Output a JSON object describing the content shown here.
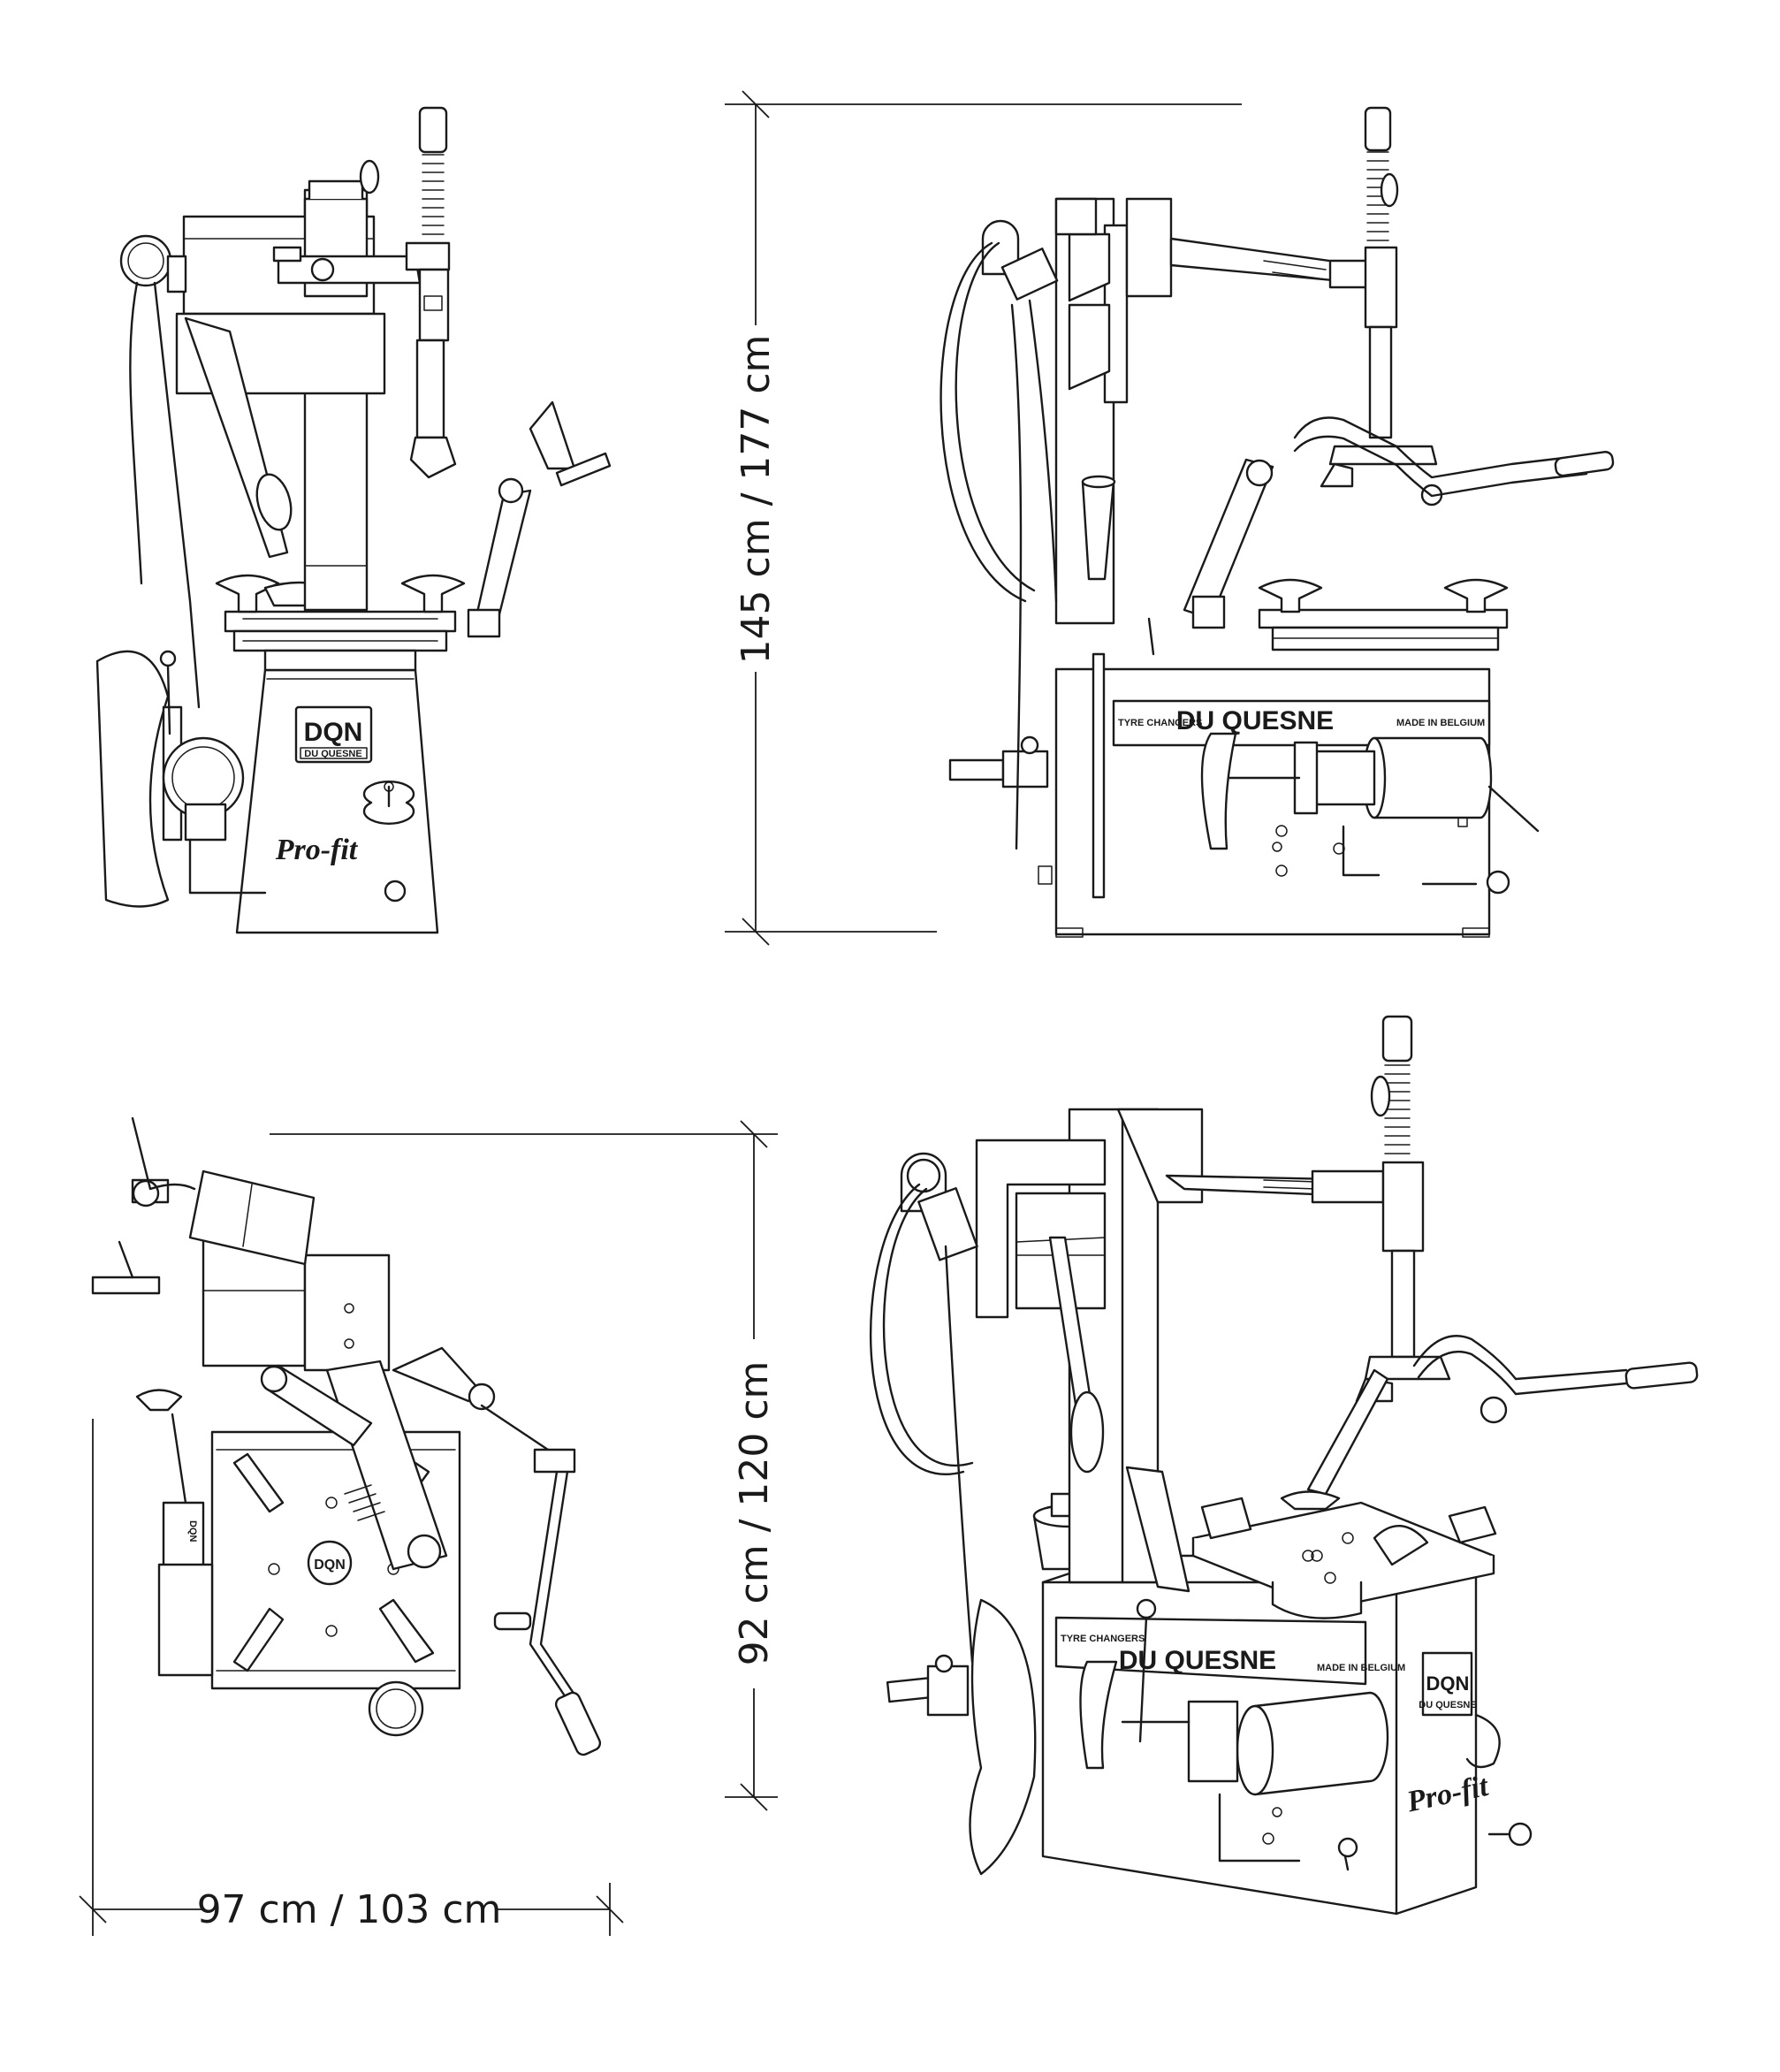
{
  "dimensions": {
    "height": "145 cm / 177 cm",
    "depth": "92 cm / 120 cm",
    "width": "97 cm / 103 cm"
  },
  "markings": {
    "logo_short": "DQN",
    "logo_long": "DU QUESNE",
    "model": "Pro-fit",
    "brand_banner": "DU QUESNE",
    "tyre_changers": "TYRE CHANGERS",
    "made_in": "MADE IN BELGIUM"
  }
}
